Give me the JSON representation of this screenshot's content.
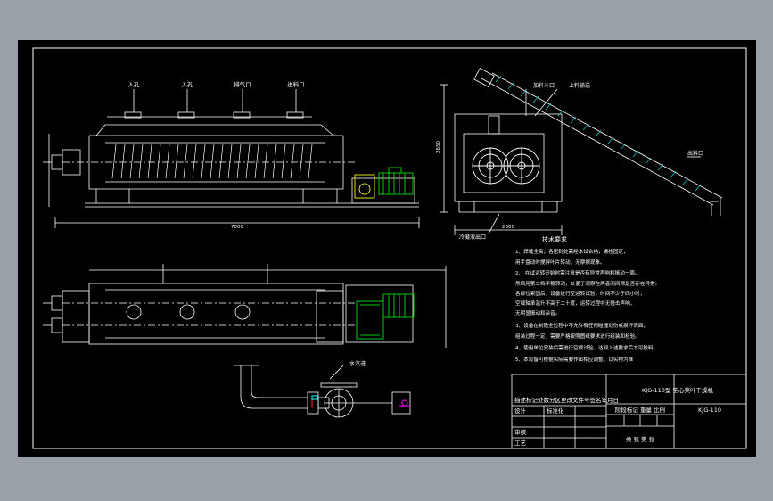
{
  "colors": {
    "background_window": "#9aa0a8",
    "sheet": "#000000",
    "line_white": "#ffffff",
    "line_green": "#00c800",
    "line_yellow": "#e0e000",
    "line_cyan": "#00e0e0",
    "line_magenta": "#e000e0",
    "line_red": "#e02020",
    "line_gray": "#9a9a9a"
  },
  "front_view": {
    "nozzle_labels": [
      "入孔",
      "入孔",
      "排气口",
      "进料口"
    ],
    "length_dimension": "7000",
    "height_dimension": ""
  },
  "side_view": {
    "labels": {
      "hopper": "加料斗口",
      "conveyor": "上料输送",
      "discharge": "出料口",
      "bottom": "冷凝液出口"
    },
    "height_dimension": "2650",
    "width_dimension": "2600"
  },
  "plan_view": {
    "label_inlet": "水汽进"
  },
  "notes": {
    "heading": "技术要求",
    "lines": [
      "1、焊缝全高，各密封处需经水试合格，螺栓固定，",
      "   用手盘动时搅拌叶片转动，无摩擦现象。",
      "2、 在试运转开始时需注意是否有异常声响和振动一周。",
      "然后用第二档平稳转动，以便于观察在两者间间隙是否存在异常。",
      "各部位紧固后，设备进行空运转试验，时间不少于四小时，",
      "空载轴承温升不高于二十度，运转过程中无撞击声响，",
      "无明显振动和杂音。",
      "3、设备在制造全过程中不允许有任何碰撞划伤或损坏表面，",
      "组装过程一定，需要严格按照图纸要求进行组装和检验。",
      "4、使用单位安装后需进行空载试验，达到上述要求后方可投料。",
      "5、本设备可根据实际需要作出相应调整，以实物为准"
    ]
  },
  "title_block": {
    "drawing_title": "KJG-110型 空心桨叶干燥机",
    "drawing_number": "KJG-110",
    "rows": [
      "描述标记处数分区更改文件号签名年月日",
      "设计",
      "标准化",
      "审核",
      "工艺"
    ],
    "stage_header": "阶段标记 重量 比例",
    "approval": "共 张 第 张"
  }
}
